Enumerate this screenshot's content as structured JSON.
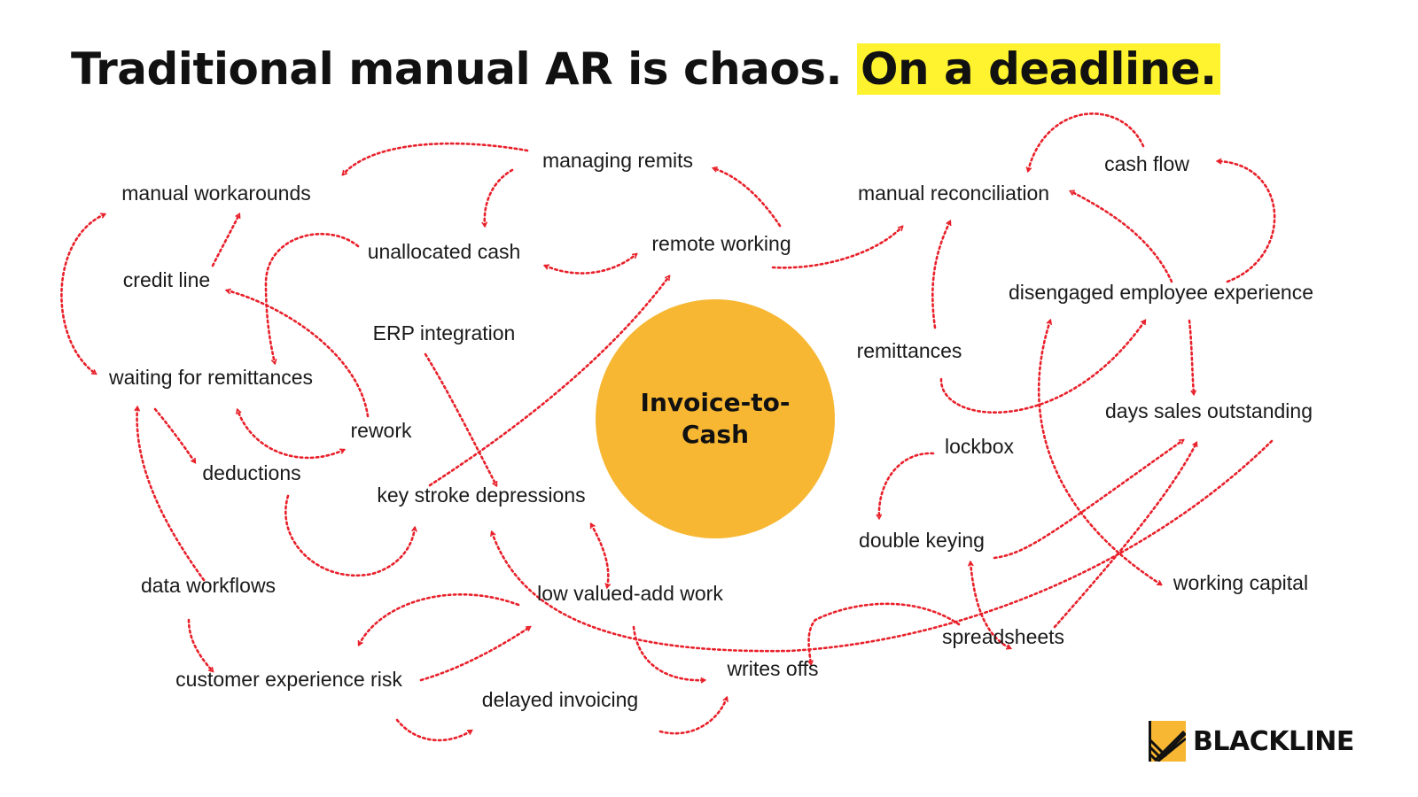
{
  "title": {
    "main": "Traditional manual AR is chaos.",
    "highlight": "On a deadline."
  },
  "hub": {
    "label": "Invoice-to-Cash"
  },
  "nodes": {
    "managing_remits": "managing remits",
    "manual_workarounds": "manual workarounds",
    "unallocated_cash": "unallocated cash",
    "remote_working": "remote working",
    "credit_line": "credit line",
    "erp_integration": "ERP integration",
    "waiting_for_remittances": "waiting for remittances",
    "rework": "rework",
    "deductions": "deductions",
    "key_stroke_depressions": "key stroke depressions",
    "data_workflows": "data workflows",
    "low_valued_add_work": "low valued-add work",
    "customer_experience_risk": "customer experience risk",
    "delayed_invoicing": "delayed invoicing",
    "writes_offs": "writes offs",
    "manual_reconciliation": "manual reconciliation",
    "cash_flow": "cash flow",
    "disengaged_employee_experience": "disengaged employee experience",
    "remittances": "remittances",
    "days_sales_outstanding": "days sales outstanding",
    "lockbox": "lockbox",
    "double_keying": "double keying",
    "spreadsheets": "spreadsheets",
    "working_capital": "working capital"
  },
  "logo": {
    "text": "BLACKLINE"
  },
  "colors": {
    "arrow": "#E8202A",
    "hub": "#F7B733",
    "highlight": "#FFF22E",
    "text": "#111111"
  }
}
